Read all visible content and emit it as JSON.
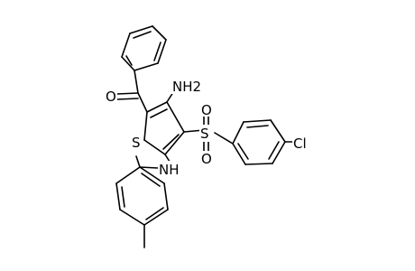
{
  "atoms": {
    "oxygen_carbonyl": "O",
    "amine_nh2": "NH2",
    "sulfur_ring": "S",
    "sulfur_sulfonyl": "S",
    "oxygen_sulfonyl_top": "O",
    "oxygen_sulfonyl_bottom": "O",
    "chlorine": "Cl",
    "amine_nh": "NH"
  },
  "colors": {
    "bond": "#000000",
    "text": "#000000",
    "background": "#ffffff"
  }
}
